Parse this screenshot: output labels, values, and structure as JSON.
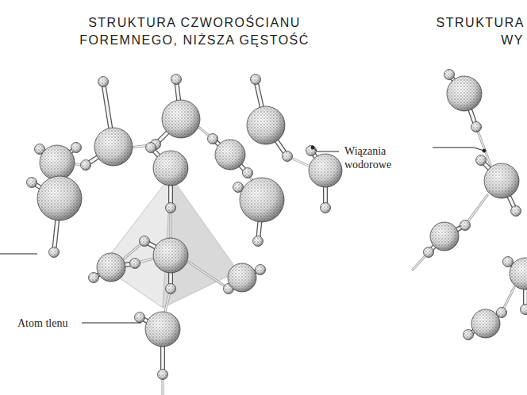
{
  "diagram": {
    "title": "STRUKTURA CZWOROŚCIANU FOREMNEGO, NIŻSZA GĘSTOŚĆ",
    "labels": [
      "STRUKTURA WY",
      "Wiązania wodorowe",
      "Atom tlenu"
    ]
  }
}
